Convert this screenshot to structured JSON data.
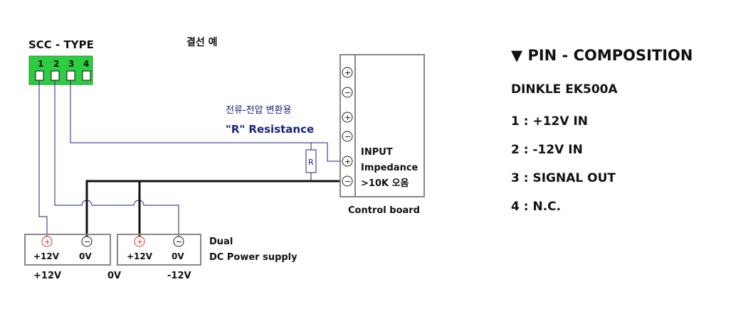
{
  "diagram": {
    "connector_title": "SCC - TYPE",
    "connector_pins": [
      "1",
      "2",
      "3",
      "4"
    ],
    "wiring_example_label": "결선 예",
    "resistor_note_korean": "전류-전압 변환용",
    "resistor_note": "\"R\" Resistance",
    "resistor_symbol": "R",
    "input_label": "INPUT",
    "impedance_label": "Impedance",
    "impedance_value": ">10K 오옴",
    "control_board_label": "Control board",
    "psu1_plus": "+12V",
    "psu1_zero": "0V",
    "psu2_plus": "+12V",
    "psu2_zero": "0V",
    "dual_label": "Dual",
    "psu_label": "DC Power supply",
    "rail_plus12": "+12V",
    "rail_zero": "0V",
    "rail_minus12": "-12V",
    "plus_sign": "+",
    "minus_sign": "−"
  },
  "pin_composition": {
    "title": "▼ PIN - COMPOSITION",
    "model": "DINKLE EK500A",
    "pins": [
      "1 : +12V IN",
      "2 : -12V IN",
      "3 : SIGNAL OUT",
      "4 : N.C."
    ]
  }
}
